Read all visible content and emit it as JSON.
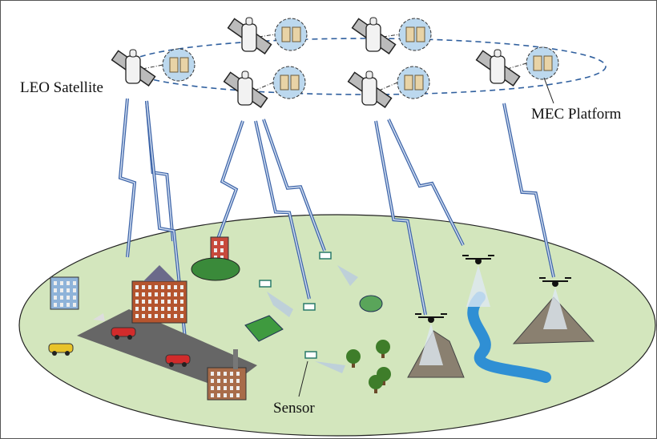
{
  "labels": {
    "satellite": "LEO Satellite",
    "mec": "MEC Platform",
    "sensor": "Sensor"
  },
  "colors": {
    "ground": "#d3e6bd",
    "orbit": "#2f5f9e",
    "link": "#3d64a8",
    "mec_bubble": "#bcd8ee",
    "server": "#e8d3a6"
  },
  "icons": [
    "satellite-icon",
    "server-icon",
    "drone-icon",
    "sensor-icon",
    "building-icon",
    "car-icon",
    "mountain-icon",
    "tree-icon",
    "river-icon",
    "factory-icon",
    "camera-icon"
  ]
}
